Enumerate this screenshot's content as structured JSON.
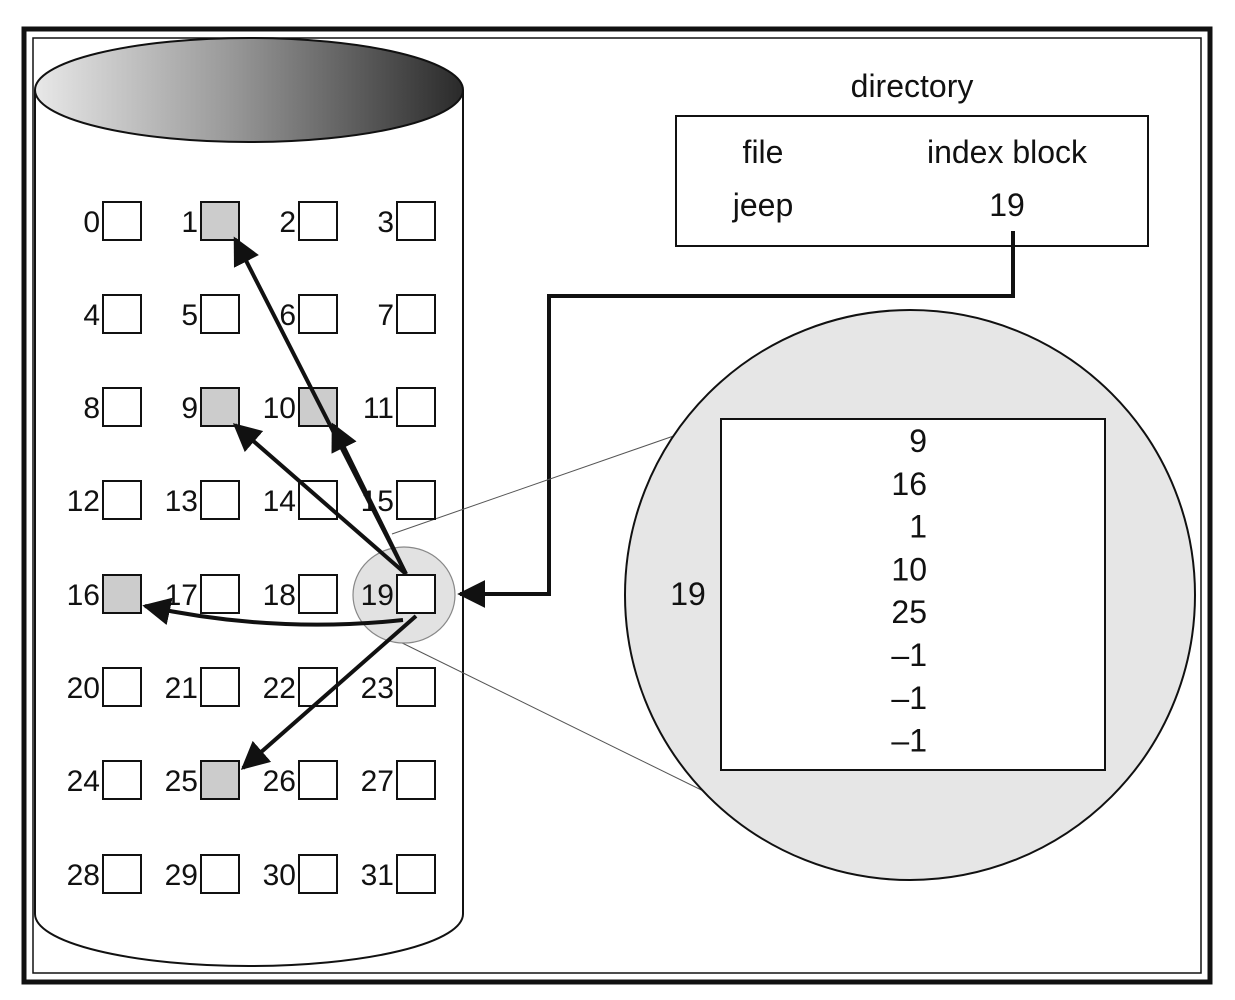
{
  "directory": {
    "title": "directory",
    "header_file": "file",
    "header_index": "index block",
    "file_name": "jeep",
    "index_block": "19"
  },
  "disk": {
    "blocks": [
      {
        "n": "0",
        "used": false
      },
      {
        "n": "1",
        "used": true
      },
      {
        "n": "2",
        "used": false
      },
      {
        "n": "3",
        "used": false
      },
      {
        "n": "4",
        "used": false
      },
      {
        "n": "5",
        "used": false
      },
      {
        "n": "6",
        "used": false
      },
      {
        "n": "7",
        "used": false
      },
      {
        "n": "8",
        "used": false
      },
      {
        "n": "9",
        "used": true
      },
      {
        "n": "10",
        "used": true
      },
      {
        "n": "11",
        "used": false
      },
      {
        "n": "12",
        "used": false
      },
      {
        "n": "13",
        "used": false
      },
      {
        "n": "14",
        "used": false
      },
      {
        "n": "15",
        "used": false
      },
      {
        "n": "16",
        "used": true
      },
      {
        "n": "17",
        "used": false
      },
      {
        "n": "18",
        "used": false
      },
      {
        "n": "19",
        "used": false,
        "index": true
      },
      {
        "n": "20",
        "used": false
      },
      {
        "n": "21",
        "used": false
      },
      {
        "n": "22",
        "used": false
      },
      {
        "n": "23",
        "used": false
      },
      {
        "n": "24",
        "used": false
      },
      {
        "n": "25",
        "used": true
      },
      {
        "n": "26",
        "used": false
      },
      {
        "n": "27",
        "used": false
      },
      {
        "n": "28",
        "used": false
      },
      {
        "n": "29",
        "used": false
      },
      {
        "n": "30",
        "used": false
      },
      {
        "n": "31",
        "used": false
      }
    ],
    "used_color": "#cccccc",
    "pointers_from_index": [
      "9",
      "16",
      "1",
      "10",
      "25"
    ]
  },
  "zoom": {
    "block_label": "19",
    "entries": [
      "9",
      "16",
      "1",
      "10",
      "25",
      "–1",
      "–1",
      "–1"
    ]
  }
}
